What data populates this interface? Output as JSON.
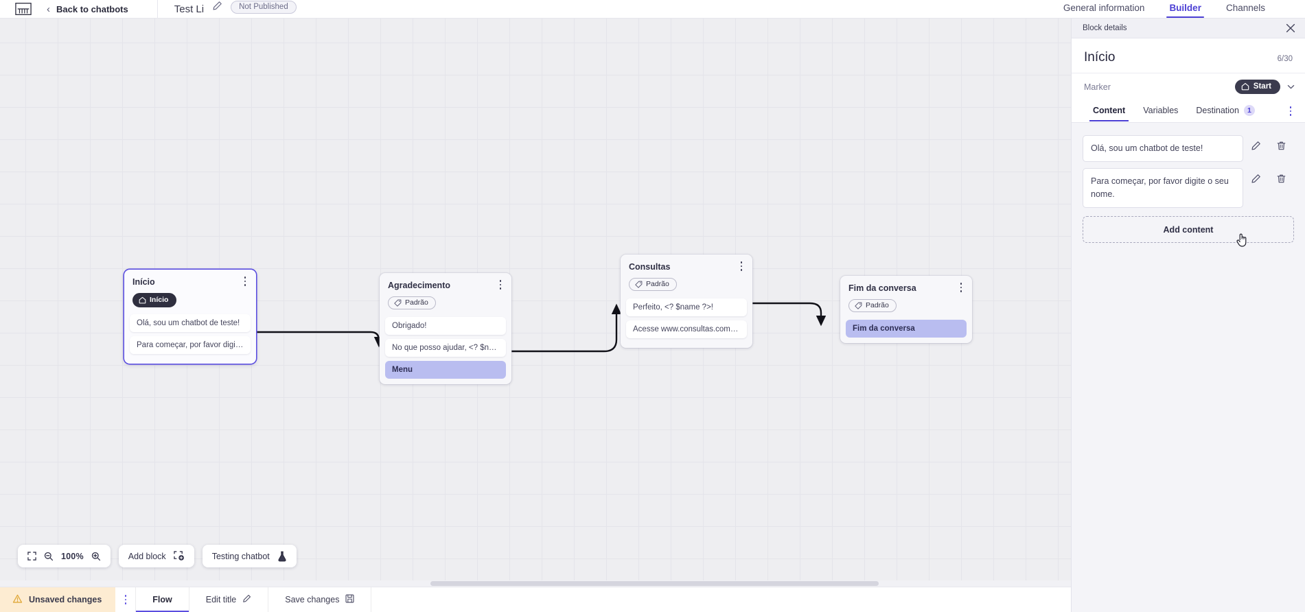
{
  "topbar": {
    "logo_icon": "chatbot-logo-icon",
    "back_chevron_icon": "chevron-left-icon",
    "back_label": "Back to chatbots",
    "bot_title": "Test Li",
    "edit_title_icon": "pencil-icon",
    "publish_badge": "Not Published",
    "tabs": [
      {
        "label": "General information",
        "active": false
      },
      {
        "label": "Builder",
        "active": true
      },
      {
        "label": "Channels",
        "active": false
      }
    ]
  },
  "canvas": {
    "nodes": [
      {
        "title": "Início",
        "tag": "Início",
        "tag_icon": "home-icon",
        "tag_style": "start",
        "kebab_icon": "kebab-menu-icon",
        "selected": true,
        "chips": [
          {
            "text": "Olá, sou um chatbot de teste!",
            "style": "plain"
          },
          {
            "text": "Para começar, por favor digite o ...",
            "style": "plain"
          }
        ]
      },
      {
        "title": "Agradecimento",
        "tag": "Padrão",
        "tag_icon": "tag-icon",
        "tag_style": "default",
        "kebab_icon": "kebab-menu-icon",
        "selected": false,
        "chips": [
          {
            "text": "Obrigado!",
            "style": "plain"
          },
          {
            "text": "No que posso ajudar, <? $name ...",
            "style": "plain"
          },
          {
            "text": "Menu",
            "style": "menu"
          }
        ]
      },
      {
        "title": "Consultas",
        "tag": "Padrão",
        "tag_icon": "tag-icon",
        "tag_style": "default",
        "kebab_icon": "kebab-menu-icon",
        "selected": false,
        "chips": [
          {
            "text": "Perfeito, <? $name ?>!",
            "style": "plain"
          },
          {
            "text": "Acesse www.consultas.com par...",
            "style": "plain"
          }
        ]
      },
      {
        "title": "Fim da conversa",
        "tag": "Padrão",
        "tag_icon": "tag-icon",
        "tag_style": "default",
        "kebab_icon": "kebab-menu-icon",
        "selected": false,
        "chips": [
          {
            "text": "Fim da conversa",
            "style": "end"
          }
        ]
      }
    ],
    "toolbar": {
      "fit_icon": "fit-screen-icon",
      "zoom_out_icon": "zoom-out-icon",
      "zoom_level": "100%",
      "zoom_in_icon": "zoom-in-icon",
      "add_block_label": "Add block",
      "add_block_icon": "add-block-icon",
      "testing_label": "Testing chatbot",
      "testing_icon": "flask-icon"
    }
  },
  "footer": {
    "unsaved_icon": "warning-triangle-icon",
    "unsaved_label": "Unsaved changes",
    "kebab_icon": "kebab-menu-icon",
    "flow_label": "Flow",
    "edit_title_label": "Edit title",
    "edit_title_icon": "pencil-icon",
    "save_label": "Save changes",
    "save_icon": "floppy-disk-icon"
  },
  "panel": {
    "header_label": "Block details",
    "close_icon": "close-icon",
    "block_name": "Início",
    "char_count": "6/30",
    "marker_label": "Marker",
    "marker_value": "Start",
    "marker_icon": "home-icon",
    "marker_caret_icon": "chevron-down-icon",
    "tabs": [
      {
        "label": "Content",
        "active": true,
        "badge": null
      },
      {
        "label": "Variables",
        "active": false,
        "badge": null
      },
      {
        "label": "Destination",
        "active": false,
        "badge": "1"
      }
    ],
    "tabs_kebab_icon": "kebab-menu-icon",
    "contents": [
      {
        "text": "Olá, sou um chatbot de teste!",
        "edit_icon": "pencil-icon",
        "delete_icon": "trash-icon"
      },
      {
        "text": "Para começar, por favor digite o seu nome.",
        "edit_icon": "pencil-icon",
        "delete_icon": "trash-icon"
      }
    ],
    "add_content_label": "Add content"
  },
  "colors": {
    "accent": "#4b3fd4",
    "menu_chip": "#b9bdf0",
    "warning_bg": "#fdecd2",
    "canvas_bg": "#eeeef1"
  }
}
